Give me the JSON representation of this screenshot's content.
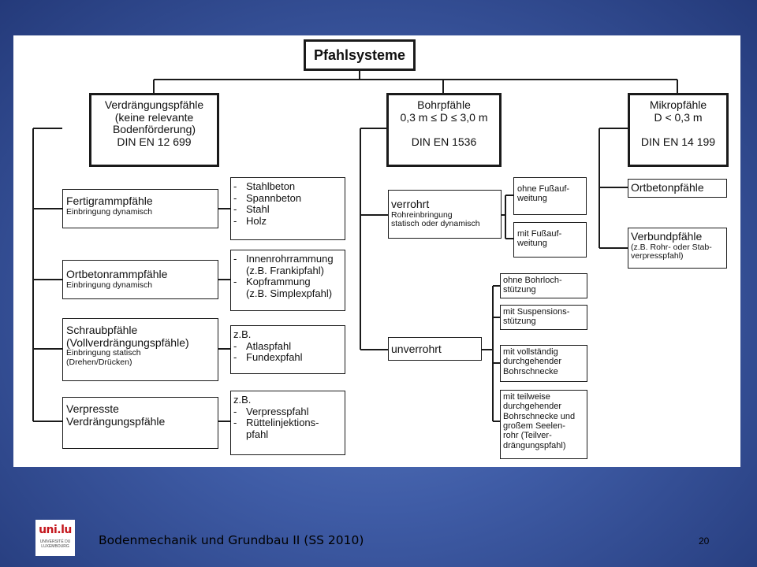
{
  "root": "Pfahlsysteme",
  "categories": {
    "verdraengung": [
      "Verdrängungspfähle",
      "(keine relevante",
      "Bodenförderung)",
      "DIN EN 12 699"
    ],
    "bohr": [
      "Bohrpfähle",
      "0,3 m ≤ D ≤ 3,0 m",
      "",
      "DIN EN 1536"
    ],
    "mikro": [
      "Mikropfähle",
      "D < 0,3 m",
      "",
      "DIN EN 14 199"
    ]
  },
  "verdraengung_types": [
    {
      "title": [
        "Fertigrammpfähle"
      ],
      "sub": [
        "Einbringung dynamisch"
      ]
    },
    {
      "title": [
        "Ortbetonrammpfähle"
      ],
      "sub": [
        "Einbringung dynamisch"
      ]
    },
    {
      "title": [
        "Schraubpfähle",
        "(Vollverdrängungspfähle)"
      ],
      "sub": [
        "Einbringung statisch",
        "(Drehen/Drücken)"
      ]
    },
    {
      "title": [
        "Verpresste",
        "Verdrängungspfähle"
      ],
      "sub": []
    }
  ],
  "verdraengung_details": [
    {
      "lines": [
        "Stahlbeton",
        "Spannbeton",
        "Stahl",
        "Holz"
      ]
    },
    {
      "lines": [
        "Innenrohrrammung",
        "(z.B. Frankipfahl)",
        "Kopframmung",
        "(z.B. Simplexpfahl)"
      ]
    },
    {
      "intro": "z.B.",
      "lines": [
        "Atlaspfahl",
        "Fundexpfahl"
      ]
    },
    {
      "intro": "z.B.",
      "lines": [
        "Verpresspfahl",
        "Rüttelinjektions-",
        "pfahl"
      ]
    }
  ],
  "bohr_types": {
    "verrohrt": {
      "title": "verrohrt",
      "sub": [
        "Rohreinbringung",
        "statisch oder dynamisch"
      ]
    },
    "unverrohrt": {
      "title": "unverrohrt"
    }
  },
  "verrohrt_details": [
    [
      "ohne Fußauf-",
      "weitung"
    ],
    [
      "mit Fußauf-",
      "weitung"
    ]
  ],
  "unverrohrt_details": [
    [
      "ohne Bohrloch-",
      "stützung"
    ],
    [
      "mit Suspensions-",
      "stützung"
    ],
    [
      "mit vollständig",
      "durchgehender",
      "Bohrschnecke"
    ],
    [
      "mit teilweise",
      "durchgehender",
      "Bohrschnecke und",
      "großem Seelen-",
      "rohr (Teilver-",
      "drängungspfahl)"
    ]
  ],
  "mikro_types": {
    "ortbeton": {
      "title": "Ortbetonpfähle"
    },
    "verbund": {
      "title": "Verbundpfähle",
      "sub": [
        "(z.B. Rohr- oder Stab-",
        "verpresspfahl)"
      ]
    }
  },
  "footer": {
    "title": "Bodenmechanik und Grundbau II (SS 2010)",
    "page": "20"
  },
  "logo": {
    "text": "uni.lu",
    "sub": [
      "UNIVERSITÉ DU",
      "LUXEMBOURG"
    ],
    "color": "#c4161c"
  }
}
